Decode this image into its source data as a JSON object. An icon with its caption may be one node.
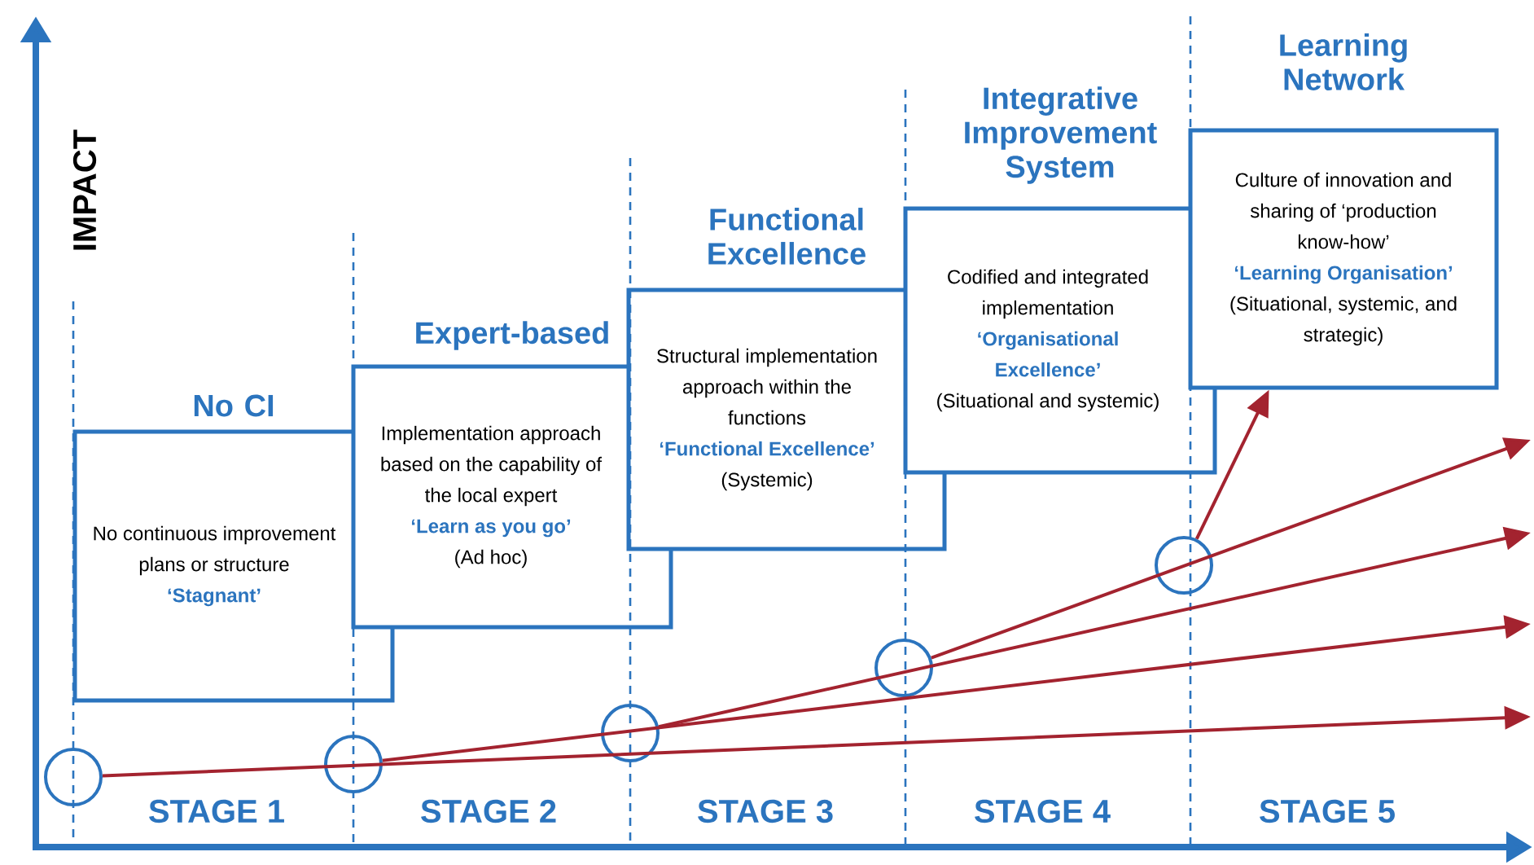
{
  "diagram": {
    "nodes": [
      {
        "text": [
          "No CI",
          "No continuous improvement plans or structure",
          "‘Stagnant’"
        ]
      },
      {
        "text": [
          "Expert-based",
          "Implementation approach based on the capability of the local expert",
          "‘Learn as you go’",
          "(Ad hoc)"
        ]
      },
      {
        "text": [
          "Functional Excellence",
          "Structural implementation approach within the functions",
          "‘Functional Excellence’",
          "(Systemic)"
        ]
      },
      {
        "text": [
          "Integrative Improvement System",
          "Codified and integrated implementation",
          "‘Organisational Excellence’",
          "(Situational and systemic)"
        ]
      },
      {
        "text": [
          "Learning Network",
          "Culture of innovation and sharing of ‘production know-how’",
          "‘Learning Organisation’",
          "(Situational, systemic, and strategic)"
        ]
      },
      {
        "text": [],
        "shape": "circle"
      },
      {
        "text": [],
        "shape": "circle"
      },
      {
        "text": [],
        "shape": "circle"
      },
      {
        "text": [],
        "shape": "circle"
      },
      {
        "text": [],
        "shape": "circle"
      }
    ],
    "edges": [
      {
        "from": 5,
        "to": null,
        "arrow": "to"
      },
      {
        "from": 6,
        "to": null,
        "arrow": "to"
      },
      {
        "from": 7,
        "to": null,
        "arrow": "to"
      },
      {
        "from": 8,
        "to": null,
        "arrow": "to"
      },
      {
        "from": 9,
        "to": 4,
        "arrow": "to"
      }
    ],
    "labels": [
      "IMPACT",
      "STAGE 1",
      "STAGE 2",
      "STAGE 3",
      "STAGE 4",
      "STAGE 5"
    ]
  }
}
